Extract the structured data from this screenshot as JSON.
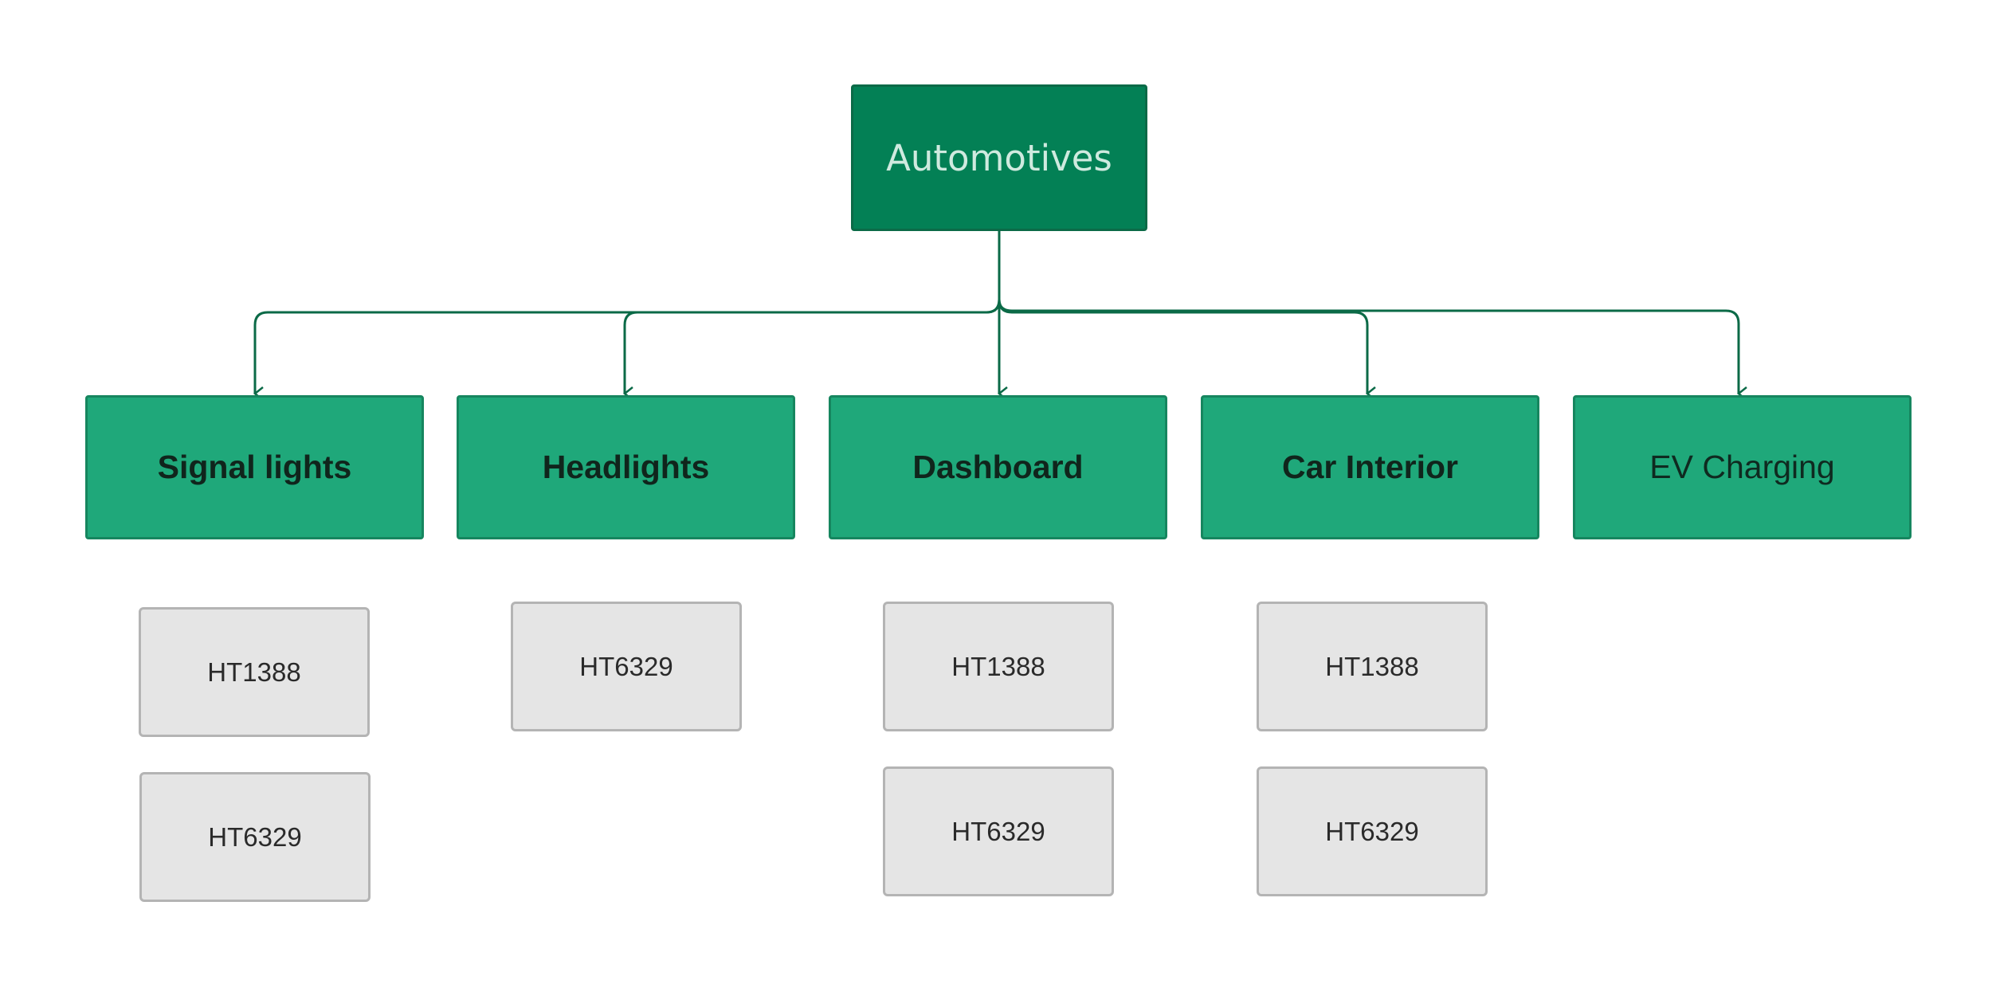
{
  "root": {
    "label": "Automotives"
  },
  "categories": [
    {
      "label": "Signal lights",
      "parts": [
        "HT1388",
        "HT6329"
      ]
    },
    {
      "label": "Headlights",
      "parts": [
        "HT6329"
      ]
    },
    {
      "label": "Dashboard",
      "parts": [
        "HT1388",
        "HT6329"
      ]
    },
    {
      "label": "Car Interior",
      "parts": [
        "HT1388",
        "HT6329"
      ]
    },
    {
      "label": "EV Charging",
      "parts": []
    }
  ],
  "colors": {
    "root_fill": "#038055",
    "category_fill": "#1fa87a",
    "part_fill": "#e5e5e5",
    "connector": "#0b6a47"
  }
}
